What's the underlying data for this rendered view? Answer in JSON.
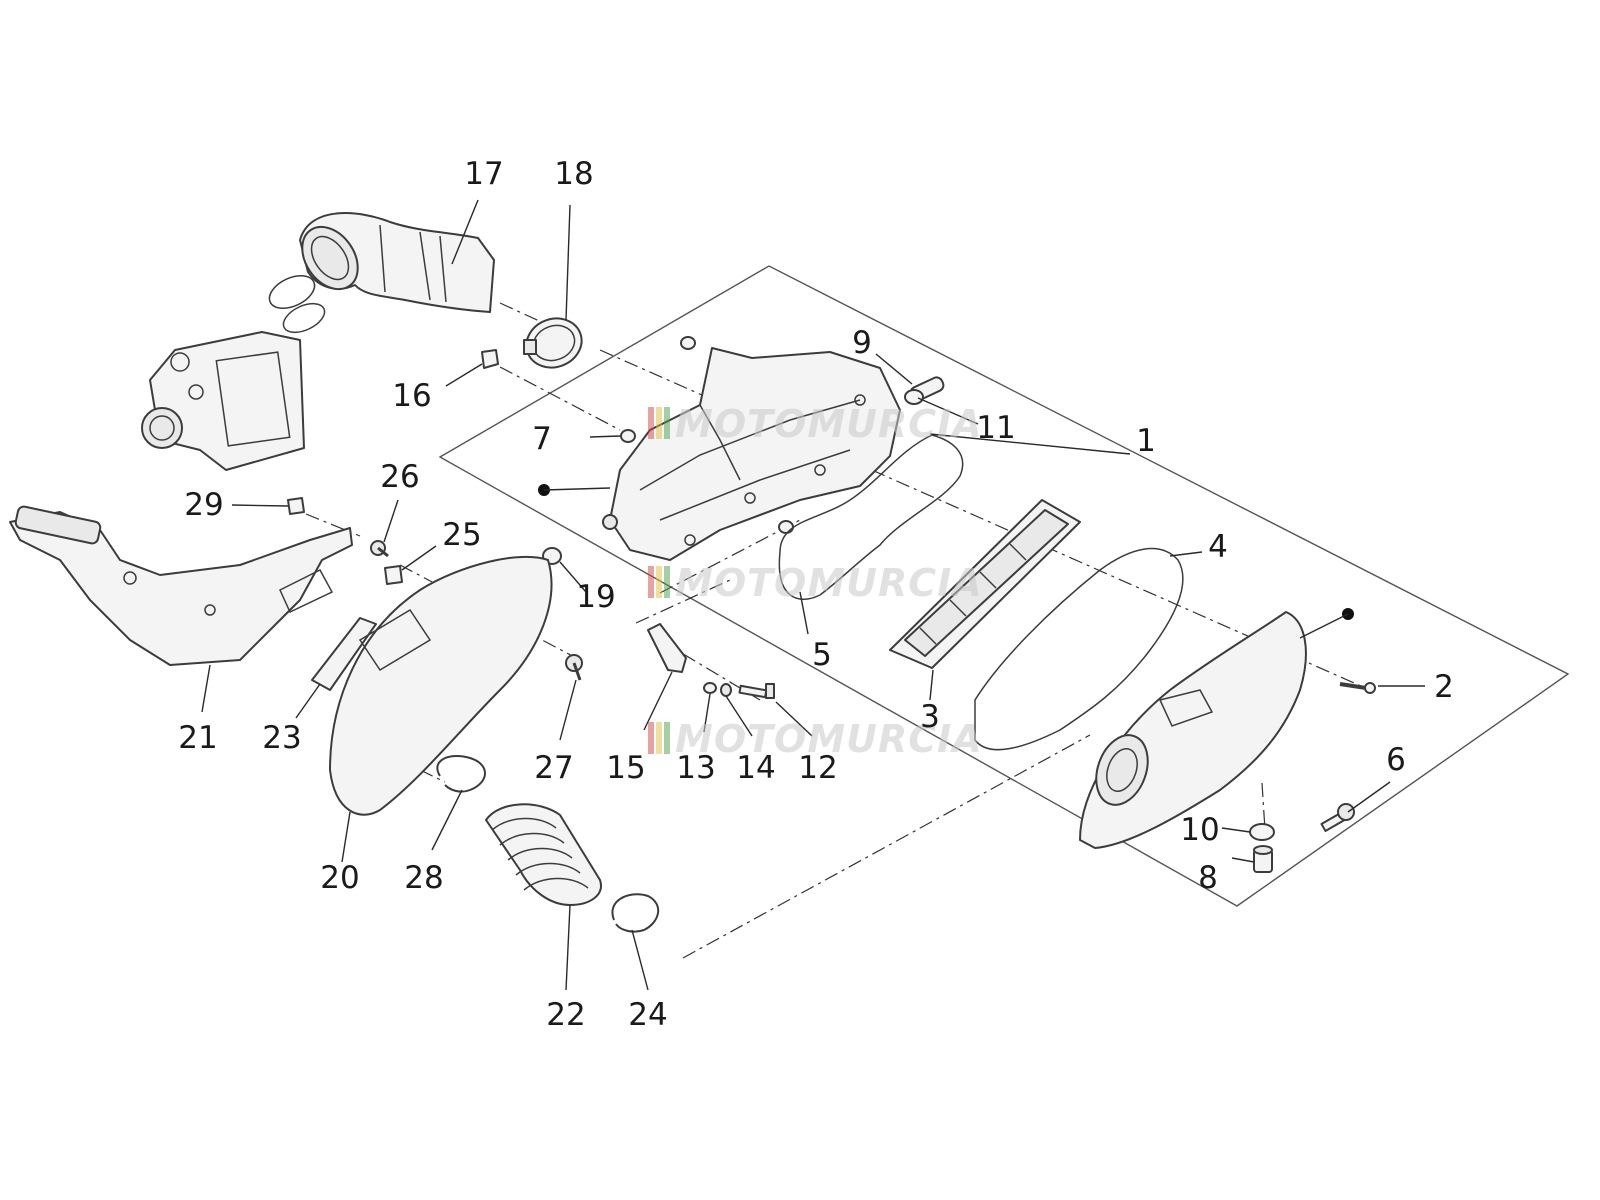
{
  "callouts": [
    "1",
    "2",
    "3",
    "4",
    "5",
    "6",
    "7",
    "8",
    "9",
    "10",
    "11",
    "12",
    "13",
    "14",
    "15",
    "16",
    "17",
    "18",
    "19",
    "20",
    "21",
    "22",
    "23",
    "24",
    "25",
    "26",
    "27",
    "28",
    "29"
  ],
  "watermark": {
    "text": "MOTOMURCIA",
    "colors": [
      "#d04545",
      "#e0c040",
      "#4aa04a"
    ]
  }
}
